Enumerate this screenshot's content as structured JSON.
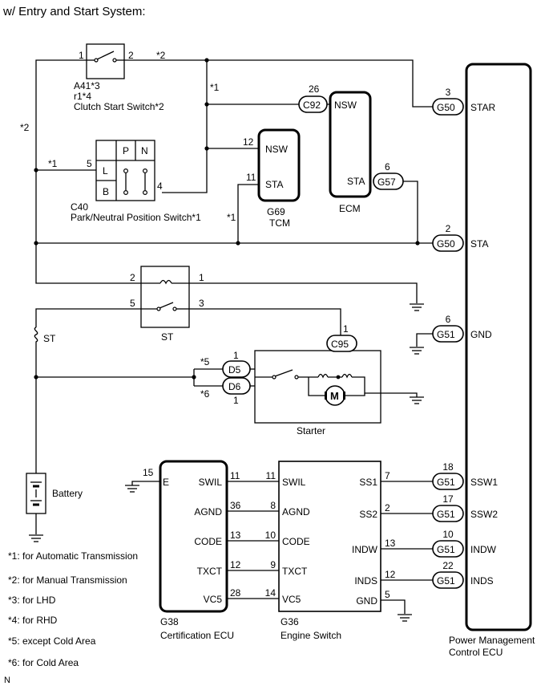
{
  "title": "w/ Entry and Start System:",
  "clutch_switch": {
    "pin1": "1",
    "pin2": "2",
    "label_a41": "A41*3",
    "label_r1": "r1*4",
    "name": "Clutch Start Switch*2"
  },
  "marks": {
    "star2": "*2",
    "star1": "*1",
    "star5": "*5",
    "star6": "*6"
  },
  "pnp_switch": {
    "connector": "C40",
    "name": "Park/Neutral Position Switch*1",
    "pin5": "5",
    "pin4": "4",
    "col_p": "P",
    "col_n": "N",
    "row_l": "L",
    "row_b": "B"
  },
  "tcm": {
    "connector": "G69",
    "name": "TCM",
    "nsw": "NSW",
    "sta": "STA",
    "pin12": "12",
    "pin11": "11"
  },
  "ecm": {
    "name": "ECM",
    "nsw": "NSW",
    "sta": "STA",
    "c92": "C92",
    "pin26": "26",
    "g57": "G57",
    "pin6": "6"
  },
  "st_relay": {
    "name": "ST",
    "pin2": "2",
    "pin1": "1",
    "pin5": "5",
    "pin3": "3"
  },
  "fuse": {
    "name": "ST"
  },
  "starter": {
    "name": "Starter",
    "c95": "C95",
    "pin1_top": "1",
    "d5": "D5",
    "d6": "D6",
    "pin1_bottom": "1",
    "motor": "M"
  },
  "battery": {
    "name": "Battery"
  },
  "cert_ecu": {
    "connector": "G38",
    "name": "Certification ECU",
    "e": "E",
    "pin_e": "15",
    "rows": [
      {
        "label": "SWIL",
        "pin": "11"
      },
      {
        "label": "AGND",
        "pin": "36"
      },
      {
        "label": "CODE",
        "pin": "13"
      },
      {
        "label": "TXCT",
        "pin": "12"
      },
      {
        "label": "VC5",
        "pin": "28"
      }
    ]
  },
  "engine_switch": {
    "connector": "G36",
    "name": "Engine Switch",
    "left": [
      {
        "label": "SWIL",
        "pin": "11"
      },
      {
        "label": "AGND",
        "pin": "8"
      },
      {
        "label": "CODE",
        "pin": "10"
      },
      {
        "label": "TXCT",
        "pin": "9"
      },
      {
        "label": "VC5",
        "pin": "14"
      }
    ],
    "right": [
      {
        "label": "SS1",
        "pin": "7"
      },
      {
        "label": "SS2",
        "pin": "2"
      },
      {
        "label": "INDW",
        "pin": "13"
      },
      {
        "label": "INDS",
        "pin": "12"
      },
      {
        "label": "GND",
        "pin": "5"
      }
    ]
  },
  "pm_ecu": {
    "name_line1": "Power Management",
    "name_line2": "Control ECU",
    "terms": [
      {
        "conn": "G50",
        "pin": "3",
        "label": "STAR"
      },
      {
        "conn": "G50",
        "pin": "2",
        "label": "STA"
      },
      {
        "conn": "G51",
        "pin": "6",
        "label": "GND"
      },
      {
        "conn": "G51",
        "pin": "18",
        "label": "SSW1"
      },
      {
        "conn": "G51",
        "pin": "17",
        "label": "SSW2"
      },
      {
        "conn": "G51",
        "pin": "10",
        "label": "INDW"
      },
      {
        "conn": "G51",
        "pin": "22",
        "label": "INDS"
      }
    ]
  },
  "notes": [
    "*1: for Automatic Transmission",
    "*2: for Manual Transmission",
    "*3: for LHD",
    "*4: for RHD",
    "*5: except Cold Area",
    "*6: for Cold Area"
  ],
  "footer": "N"
}
